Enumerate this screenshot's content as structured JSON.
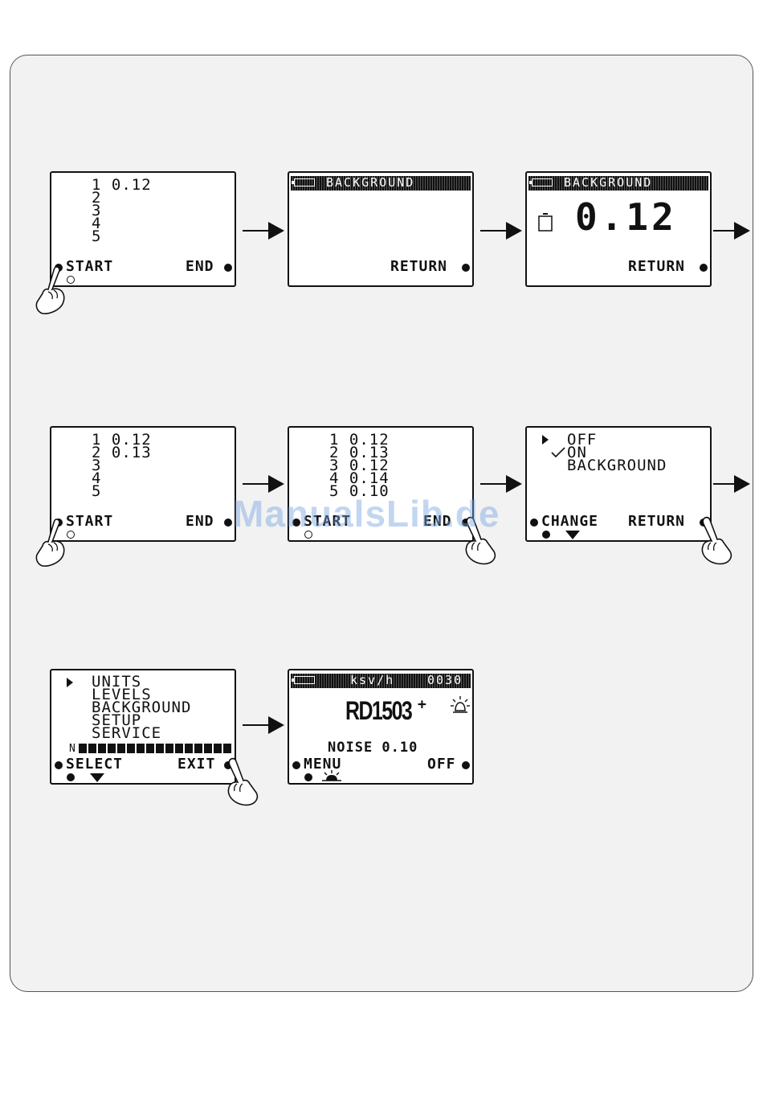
{
  "watermark": "ManualsLib.de",
  "row1": {
    "s1": {
      "lines": [
        "1 0.12",
        "2",
        "3",
        "4",
        "5"
      ],
      "left_key": "START",
      "right_key": "END"
    },
    "s2": {
      "title": "BACKGROUND",
      "right_key": "RETURN"
    },
    "s3": {
      "title": "BACKGROUND",
      "value": "0.12",
      "right_key": "RETURN"
    }
  },
  "row2": {
    "s1": {
      "lines": [
        "1 0.12",
        "2 0.13",
        "3",
        "4",
        "5"
      ],
      "left_key": "START",
      "right_key": "END"
    },
    "s2": {
      "lines": [
        "1 0.12",
        "2 0.13",
        "3 0.12",
        "4 0.14",
        "5 0.10"
      ],
      "left_key": "START",
      "right_key": "END"
    },
    "s3": {
      "items": [
        "OFF",
        "ON",
        "BACKGROUND"
      ],
      "left_key": "CHANGE",
      "right_key": "RETURN"
    }
  },
  "row3": {
    "s1": {
      "items": [
        "UNITS",
        "LEVELS",
        "BACKGROUND",
        "SETUP",
        "SERVICE"
      ],
      "n_label": "N",
      "left_key": "SELECT",
      "right_key": "EXIT"
    },
    "s2": {
      "units": "ksv/h",
      "readout": "0030",
      "model": "RD1503",
      "model_sup": "+",
      "noise": "NOISE 0.10",
      "left_key": "MENU",
      "right_key": "OFF"
    }
  },
  "icons": [
    "battery-icon",
    "stopwatch-icon",
    "pointing-hand-icon",
    "arrow-right-icon",
    "alarm-light-icon",
    "checkmark-icon",
    "pointer-triangle-icon"
  ]
}
